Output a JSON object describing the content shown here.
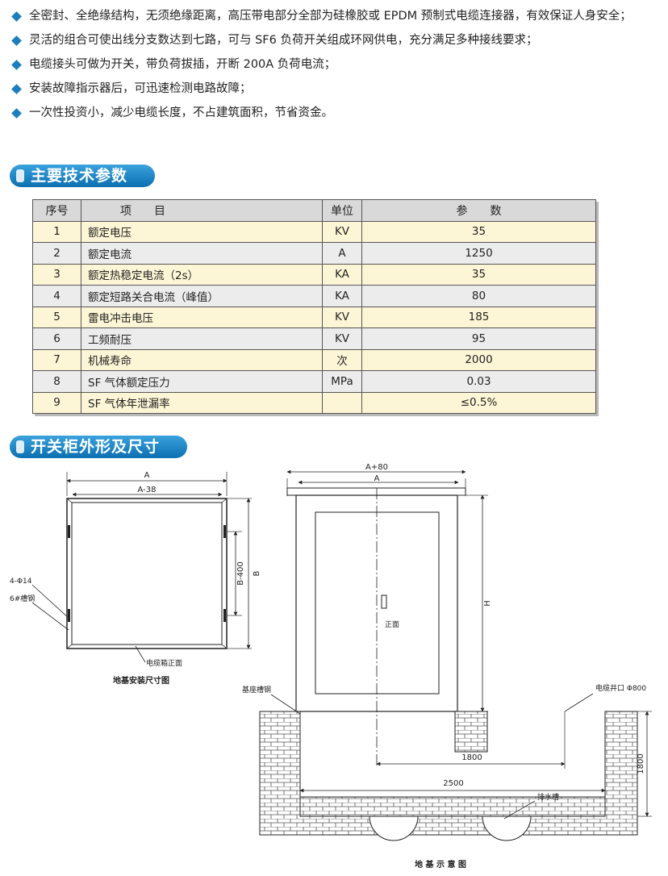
{
  "bullets": [
    "全密封、全绝缘结构，无须绝缘距离，高压带电部分全部为硅橡胶或 EPDM 预制式电缆连接器，有效保证人身安全；",
    "灵活的组合可使出线分支数达到七路，可与 SF6 负荷开关组成环网供电，充分满足多种接线要求；",
    "电缆接头可做为开关，带负荷拔插，开断 200A 负荷电流；",
    "安装故障指示器后，可迅速检测电路故障；",
    "一次性投资小，减少电缆长度，不占建筑面积，节省资金。"
  ],
  "section1": {
    "title": "主要技术参数"
  },
  "table": {
    "headers": {
      "no": "序号",
      "item": "项　　目",
      "unit": "单位",
      "value": "参　　数"
    },
    "rows": [
      {
        "no": "1",
        "item": "额定电压",
        "unit": "KV",
        "value": "35"
      },
      {
        "no": "2",
        "item": "额定电流",
        "unit": "A",
        "value": "1250"
      },
      {
        "no": "3",
        "item": "额定热稳定电流（2s）",
        "unit": "KA",
        "value": "35"
      },
      {
        "no": "4",
        "item": "额定短路关合电流（峰值）",
        "unit": "KA",
        "value": "80"
      },
      {
        "no": "5",
        "item": "雷电冲击电压",
        "unit": "KV",
        "value": "185"
      },
      {
        "no": "6",
        "item": "工频耐压",
        "unit": "KV",
        "value": "95"
      },
      {
        "no": "7",
        "item": "机械寿命",
        "unit": "次",
        "value": "2000"
      },
      {
        "no": "8",
        "item": "SF 气体额定压力",
        "unit": "MPa",
        "value": "0.03"
      },
      {
        "no": "9",
        "item": "SF 气体年泄漏率",
        "unit": "",
        "value": "≤0.5%"
      }
    ]
  },
  "section2": {
    "title": "开关柜外形及尺寸"
  },
  "drawing_left": {
    "dim_a": "A",
    "dim_a38": "A-38",
    "dim_b400": "B-400",
    "dim_b": "B",
    "label_holes": "4-Φ14",
    "label_channel": "6#槽钢",
    "label_front": "电缆箱正面",
    "caption": "地基安装尺寸图"
  },
  "drawing_right": {
    "dim_a80": "A+80",
    "dim_a": "A",
    "dim_h": "H",
    "label_front": "正面",
    "label_base": "基座槽钢",
    "label_well": "电缆井口 Φ800",
    "dim_1800w": "1800",
    "dim_2500": "2500",
    "dim_1800h": "1800",
    "label_drain": "排水槽",
    "caption": "地 基 示 意 图"
  },
  "colors": {
    "accent": "#1a7fbf",
    "row_odd": "#fdf6d6",
    "row_even": "#ececec",
    "header": "#d9d9d9"
  }
}
